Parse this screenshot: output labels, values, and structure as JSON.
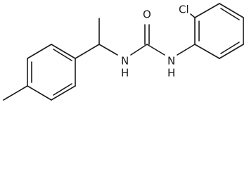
{
  "molecule": {
    "atoms": {
      "chlorine": "Cl",
      "oxygen": "O",
      "nitrogen_left": "N",
      "hydrogen_left": "H",
      "nitrogen_right": "N",
      "hydrogen_right": "H"
    }
  }
}
